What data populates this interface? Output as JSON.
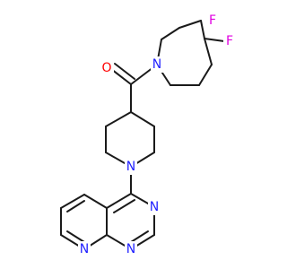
{
  "colors": {
    "bond": "#1a1a1a",
    "nitrogen": "#1f1fff",
    "oxygen": "#ff0000",
    "fluorine": "#e000e0",
    "background": "#ffffff"
  },
  "atom_labels": {
    "f1": "F",
    "f2": "F",
    "n_difluoropiperidine": "N",
    "o_carbonyl": "O",
    "n_piperidine": "N",
    "n_pyrimidine_upper": "N",
    "n_pyrimidine_lower": "N",
    "n_pyridine": "N"
  }
}
